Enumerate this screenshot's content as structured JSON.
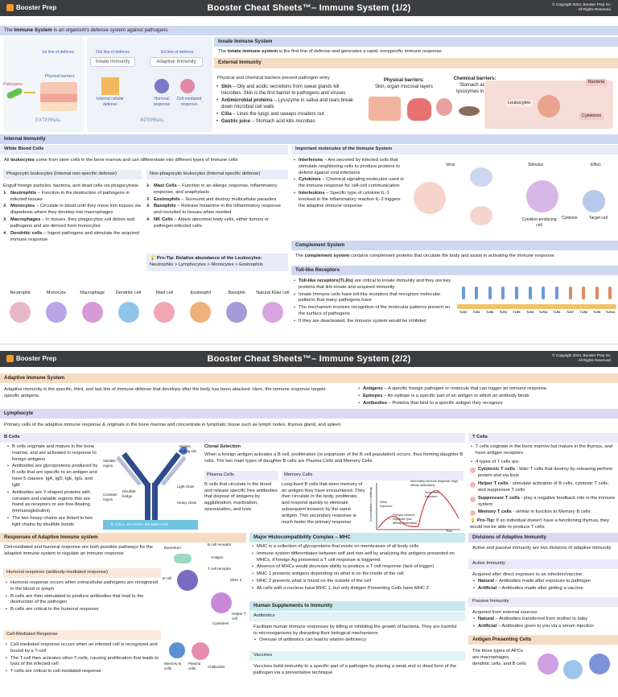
{
  "p1": {
    "brand": "Booster Prep",
    "title": "Booster Cheat Sheets™– Immune System (1/2)",
    "copyright": "© Copyright 2024, Booster Prep Inc.\nAll Rights Reserved.",
    "intro_pre": "The ",
    "intro_bold": "Immune System",
    "intro_post": " is an organism's defense system against pathogens",
    "diagram": {
      "first": "1st line of defense",
      "second": "2nd line of defense",
      "third": "3rd line of defense",
      "innate": "Innate Immunity",
      "adaptive": "Adaptive Immunity",
      "pathogens": "Pathogens",
      "physical": "Physical barriers",
      "internal_cell": "Internal cellular defense",
      "humoral": "Humoral response",
      "cell_mediated": "Cell-mediated response",
      "external": "EXTERNAL",
      "internal": "INTERNAL"
    },
    "innate_hdr": "Innate Immune System",
    "innate_pre": "The ",
    "innate_bold": "innate immune system",
    "innate_post": " is the first line of defense and generates a rapid, nonspecific immune response",
    "external_hdr": "External Immunity",
    "external_intro": "Physical and chemical barriers prevent pathogen entry",
    "external_items": [
      {
        "b": "Skin",
        "t": " – Oily and acidic secretions from sweat glands kill microbes. Skin is the first barrier to pathogens and viruses"
      },
      {
        "b": "Antimicrobial proteins",
        "t": " – Lysozyme in saliva and tears break down microbial cell walls"
      },
      {
        "b": "Cilia",
        "t": " – Lines the lungs and sweeps invaders out"
      },
      {
        "b": "Gastric juice",
        "t": " – Stomach acid kills microbes"
      }
    ],
    "phys_title": "Physical barriers:",
    "phys_text": "Skin, organ mucosal layers",
    "chem_title": "Chemical barriers:",
    "chem_text": "Stomach acid;\nlysozymes in eye",
    "bacteria": "Bacteria",
    "leukocytes_label": "Leukocytes",
    "cytokines_label": "Cytokines",
    "internal_hdr": "Internal Immunity",
    "wbc_hdr": "White Blood Cells",
    "wbc_pre": "All ",
    "wbc_bold": "leukocytes",
    "wbc_post": " come from stem cells in the bone marrow and can differentiate into different types of immune cells",
    "phago_hdr": "Phagocytic leukocytes (Internal non-specific defense)",
    "nonphago_hdr": "Non-phagocytic leukocytes (Internal specific defense)",
    "phago_intro": "Engulf foreign particles, bacteria, and dead cells via phagocytosis",
    "phago_items": [
      {
        "n": "1.",
        "b": "Neutrophils",
        "t": " – Function in the destruction of pathogens in infected tissues"
      },
      {
        "n": "2.",
        "b": "Monocytes",
        "t": " – Circulate in blood until they move into tissues via diapedesis where they develop into macrophages"
      },
      {
        "n": "3.",
        "b": "Macrophages",
        "t": " – In tissues, they phagocytize cell debris and pathogens and are derived from monocytes"
      },
      {
        "n": "4.",
        "b": "Dendritic cells",
        "t": " – Ingest pathogens and stimulate the  acquired immune response"
      }
    ],
    "nonphago_items": [
      {
        "n": "1.",
        "b": "Mast Cells",
        "t": " – Function in an allergic response, inflammatory response, and anaphylaxis"
      },
      {
        "n": "2.",
        "b": "Eosinophils",
        "t": " – Surround and destroy multicellular parasites"
      },
      {
        "n": "3.",
        "b": "Basophils",
        "t": " – Release histamine in the inflammatory response and recruited to tissues when needed"
      },
      {
        "n": "4.",
        "b": "NK Cells",
        "t": " – Attack abnormal body cells, either tumors or pathogen-infected cells."
      }
    ],
    "protip_title": "Pro-Tip: Relative abundance of the Leukocytes:",
    "protip_text": "Neutrophils > Lymphocytes > Monocytes > Eosinophils",
    "cells": [
      "Neutrophil",
      "Monocyte",
      "Macrophage",
      "Dendritic cell",
      "Mast cell",
      "Eosinophil",
      "Basophil",
      "Natural Killer cell"
    ],
    "molecules_hdr": "Important molecules of the Immune System",
    "molecules": [
      {
        "b": "Interferons",
        "t": " – Are secreted by infected cells that stimulate neighboring cells to produce proteins to defend against viral infections"
      },
      {
        "b": "Cytokines",
        "t": " – Chemical signaling molecules used in the immune response for cell-cell communication"
      },
      {
        "b": "Interleukins",
        "t": " – Specific type of cytokine IL-1 involved in the inflammatory reaction IL-2 triggers the adaptive immune response"
      }
    ],
    "mol_fig": {
      "virus": "Virus",
      "stimulus": "Stimulus",
      "effect": "Effect",
      "cytokine": "Cytokine",
      "target": "Target cell",
      "producing": "Cytokine-producing cell"
    },
    "complement_hdr": "Complement System",
    "complement_pre": "The ",
    "complement_bold": "complement system",
    "complement_post": " contains complement proteins that circulate the body and assist in activating the immune response",
    "tlr_hdr": "Toll-like Receptors",
    "tlr_items": [
      {
        "b": "Toll-like receptors(TLRs)",
        "t": " are critical to innate immunity and they are key proteins that link innate and acquired immunity"
      },
      {
        "b": "",
        "t": "Innate Immune cells have toll-like receptors that recognize molecular patterns that many pathogens have"
      },
      {
        "b": "",
        "t": "The mechanism involves recognition of the molecular patterns present on the surface of pathogens"
      },
      {
        "b": "",
        "t": "If they are deactivated, the immune system would be inhibited"
      }
    ],
    "tlr_labels": [
      "TLR2",
      "TLR1",
      "TLR6",
      "TLR2",
      "TLR5",
      "TLR4",
      "TLR11",
      "TLR3",
      "TLR7",
      "TLR8",
      "TLR9",
      "TLR13"
    ]
  },
  "p2": {
    "brand": "Booster Prep",
    "title": "Booster Cheat Sheets™– Immune System (2/2)",
    "copyright": "© Copyright 2024, Booster Prep Inc.\nAll Rights Reserved.",
    "adaptive_hdr": "Adaptive Immune System",
    "adaptive_text": "Adaptive immunity is the specific, third, and last line of immune defense that develops after the body has been attacked. Here, the immune response targets specific antigens.",
    "adaptive_items": [
      {
        "b": "Antigens",
        "t": " – A specific foreign pathogen or molecule that can trigger an immune response"
      },
      {
        "b": "Epitopes",
        "t": " – An epitope is a specific part of an antigen to which an antibody binds"
      },
      {
        "b": "Antibodies",
        "t": " – Proteins that bind to a specific antigen they recognize"
      }
    ],
    "lymph_hdr": "Lymphocyte",
    "lymph_text": "Primary cells of the adaptive immune response & originate in the bone marrow and concentrate in lymphatic tissue such as lymph nodes, thymus gland, and spleen",
    "bcells_hdr": "B Cells",
    "bcells_items": [
      "B cells originate and mature in the bone marrow, and are activated in response to foreign antigens",
      "Antibodies are glycoproteins produced by B cells  that are specific to an antigen and have 5 classes: IgA, IgD, IgE, IgG, and IgM",
      "Antibodies are Y-shaped proteins with constant and variable regions that are found as receptors or are free-floating (immunoglobulins)",
      "The two heavy chains are linked to two light chains by disulfide bonds"
    ],
    "ab_labels": {
      "variable": "Variable region",
      "constant": "Constant region",
      "antigen": "Antigen binding site",
      "disulfide": "Disulfide bridge",
      "light": "Light chain",
      "heavy": "Heavy chain",
      "membrane": "B CELL PLASMA MEMBRANE"
    },
    "clonal_hdr": "Clonal Selection",
    "clonal_text": "When a foreign antigen activates a B cell, proliferation (or expansion of the B cell population) occurs, thus forming daughter B cells. The two main types of daughter B cells are Plasma Cells and Memory Cells",
    "plasma_hdr": "Plasma Cells",
    "plasma_text": "B cells that circulate in the blood and release specific free antibodies that dispose of antigens by agglutination, inactivation, opsonization, and lysis",
    "memory_hdr": "Memory Cells",
    "memory_text": "Long-lived B cells that store memory of an antigen they have encountered. They then circulate in the body, proliferate, and respond quickly to eliminate subsequent invasion by the same antigen. This secondary response is much faster the primary response",
    "graph": {
      "secondary_top": "Secondary immune response (high affinity antibodies)",
      "secondary": "Secondary exposure",
      "initial": "Initial exposure",
      "primary": "Primary immune response (low affinity antibodies)",
      "ylabel": "Concentration of antibody",
      "xlabel": "Time"
    },
    "tcells_hdr": "T Cells",
    "tcells_intro": "T cells originate in the bone marrow but mature in the thymus, and have antigen receptors",
    "tcells_types": "4 types of T cells are:",
    "tcells_items": [
      {
        "b": "Cytotoxic T cells",
        "t": " - killer T cells that destroy by releasing perforin protein and via lysis"
      },
      {
        "b": "Helper T cells",
        "t": " - stimulate activation of B cells, cytotoxic T cells, and suppressor T cells"
      },
      {
        "b": "Suppressor T cells",
        "t": " - play a negative feedback role in the immune system"
      },
      {
        "b": "Memory T cells",
        "t": " - similar in function to Memory B cells"
      }
    ],
    "tprotip_b": "Pro-Tip:",
    "tprotip_t": " If an individual doesn't have a functioning thymus, they would not be able to produce T cells",
    "responses_hdr": "Responses of Adaptive Immune system",
    "responses_text": "Cell-mediated and humoral response are both possible pathways for the adaptive immune system to regulate an immune response",
    "humoral_hdr": "Humoral response (antibody-mediated response)",
    "humoral_items": [
      "Humoral response occurs when extracellular pathogens are recognized in the blood or lymph",
      "B-cells are then stimulated to produce antibodies that lead to the destruction of the pathogen",
      "B-cells are critical to the humoral response"
    ],
    "cellmed_hdr": "Cell-Mediated Response",
    "cellmed_items": [
      "Cell-mediated response occurs when an infected cell is recognized and bound by a T-cell",
      "The T-cell then activates other T-cells, causing proliferation that leads to lysis of the infected cell",
      "T-cells are critical to cell-mediated response"
    ],
    "resp_fig": {
      "bacterium": "Bacterium",
      "antigen": "Antigen",
      "bcr": "B cell receptor",
      "bcell": "B cell",
      "tcr": "T cell receptor",
      "mhc": "MHC II",
      "helper": "Helper T cell",
      "cytokines": "Cytokines",
      "memory": "Memory B cells",
      "plasma": "Plasma cells",
      "antibodies": "Antibodies"
    },
    "mhc_hdr": "Major Histocompatibility Complex – MHC",
    "mhc_items": [
      "MHC is a collection of glycoproteins that exists on membranes of all body cells",
      "Immune system differentiates between self and non-self by analyzing the antigens presented on MHCs, if foreign Ag presented a T cell response is triggered",
      "Absence of MHCs would decrease ability to produce a T cell response (lack of trigger)",
      "MHC 1 presents antigens depending on what is on the inside of the cell",
      "MHC 2 presents what is found on the outside of the cell",
      "All cells with a nucleus have MHC 1, but only Antigen Presenting Cells have MHC 2"
    ],
    "supp_hdr": "Human Supplements to Immunity",
    "antibiotics_hdr": "Antibiotics",
    "antibiotics_text": "Facilitate human immune responses by killing or inhibiting the growth of bacteria. They are harmful to microorganisms by disrupting their biological mechanisms",
    "antibiotics_item": "Overuse of antibiotics can lead to vitamin deficiency",
    "vaccines_hdr": "Vaccines",
    "vaccines_text": "Vaccines build immunity to a specific part of a pathogen by placing a weak end or dead form of the pathogen via a preventative technique",
    "divisions_hdr": "Divisions of Adaptive Immunity",
    "divisions_text": "Active and passive immunity are two divisions of adaptive immunity",
    "active_hdr": "Active Immunity",
    "active_text": "Acquired after direct exposure to an infection/vaccine:",
    "active_items": [
      {
        "b": "Natural",
        "t": " – Antibodies made after exposure to pathogen"
      },
      {
        "b": "Artificial",
        "t": " – Antibodies made after getting a vaccine"
      }
    ],
    "passive_hdr": "Passive Immunity",
    "passive_text": "Acquired from external sources:",
    "passive_items": [
      {
        "b": "Natural",
        "t": " – Antibodies transferred from mother to baby"
      },
      {
        "b": "Artificial",
        "t": " – Antibodies given to you via a serum injection"
      }
    ],
    "apc_hdr": "Antigen Presenting Cells",
    "apc_text": "The three types of APCs are macrophages, dendritic cells, and B cells"
  },
  "colors": {
    "blue_hdr": "#cfd8f2",
    "orange_hdr": "#f6dcc3",
    "teal_hdr": "#c9e7ee",
    "lavender_hdr": "#dcd9f3",
    "topbar": "#3c3d3f"
  }
}
